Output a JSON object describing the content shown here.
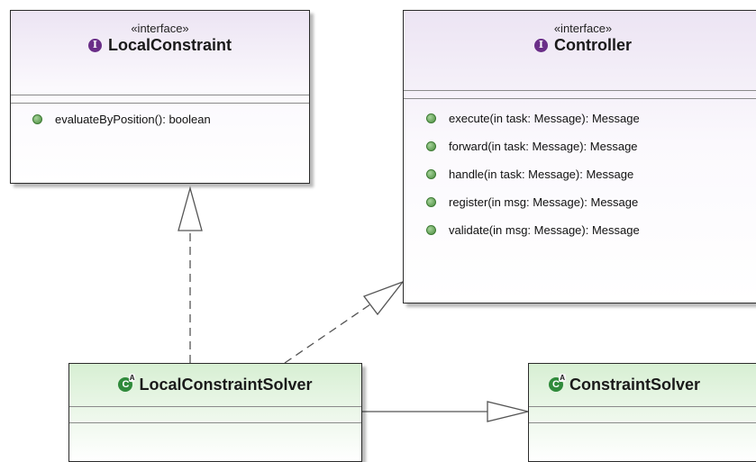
{
  "local_constraint": {
    "stereotype": "«interface»",
    "badge": "I",
    "name": "LocalConstraint",
    "operations": [
      "evaluateByPosition(): boolean"
    ]
  },
  "controller": {
    "stereotype": "«interface»",
    "badge": "I",
    "name": "Controller",
    "operations": [
      "execute(in task: Message): Message",
      "forward(in task: Message): Message",
      "handle(in task: Message): Message",
      "register(in msg: Message): Message",
      "validate(in msg: Message): Message"
    ]
  },
  "local_constraint_solver": {
    "badge": "C",
    "badge_sup": "A",
    "name": "LocalConstraintSolver"
  },
  "constraint_solver": {
    "badge": "C",
    "badge_sup": "A",
    "name": "ConstraintSolver"
  },
  "colors": {
    "interface_header": "#ece4f3",
    "class_header": "#d7efd3",
    "interface_badge": "#6a2e88",
    "class_badge": "#2f8a3b",
    "operation_dot": "#5fa352"
  }
}
